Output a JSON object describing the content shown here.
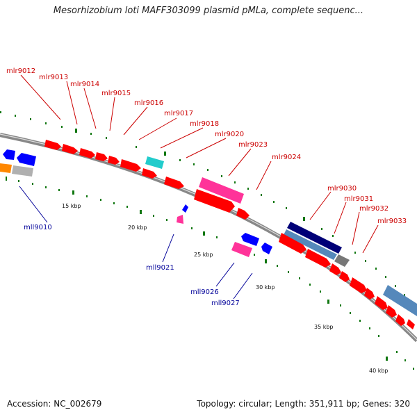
{
  "title": "Mesorhizobium loti MAFF303099 plasmid pMLa, complete sequenc...",
  "footer": {
    "accession": "Accession: NC_002679",
    "stats": "Topology: circular; Length: 351,911 bp; Genes: 320"
  },
  "scale_labels": [
    "15 kbp",
    "20 kbp",
    "25 kbp",
    "30 kbp",
    "35 kbp",
    "40 kbp"
  ],
  "gene_labels_forward": [
    "mlr9012",
    "mlr9013",
    "mlr9014",
    "mlr9015",
    "mlr9016",
    "mlr9017",
    "mlr9018",
    "mlr9020",
    "mlr9023",
    "mlr9024",
    "mlr9030",
    "mlr9031",
    "mlr9032",
    "mlr9033"
  ],
  "gene_labels_reverse": [
    "mll9010",
    "mll9021",
    "mll9026",
    "mll9027"
  ],
  "colors": {
    "forward_label": "#cc0000",
    "reverse_label": "#000099",
    "backbone": "#888888",
    "tick": "#117711",
    "forward_gene": "#ff0000",
    "reverse_gene": "#0000ff",
    "pink": "#ff3399",
    "cyan": "#22cccc",
    "orange": "#ff8800",
    "grey": "#b0b0b0",
    "navy": "#000077",
    "steel": "#5588bb"
  }
}
